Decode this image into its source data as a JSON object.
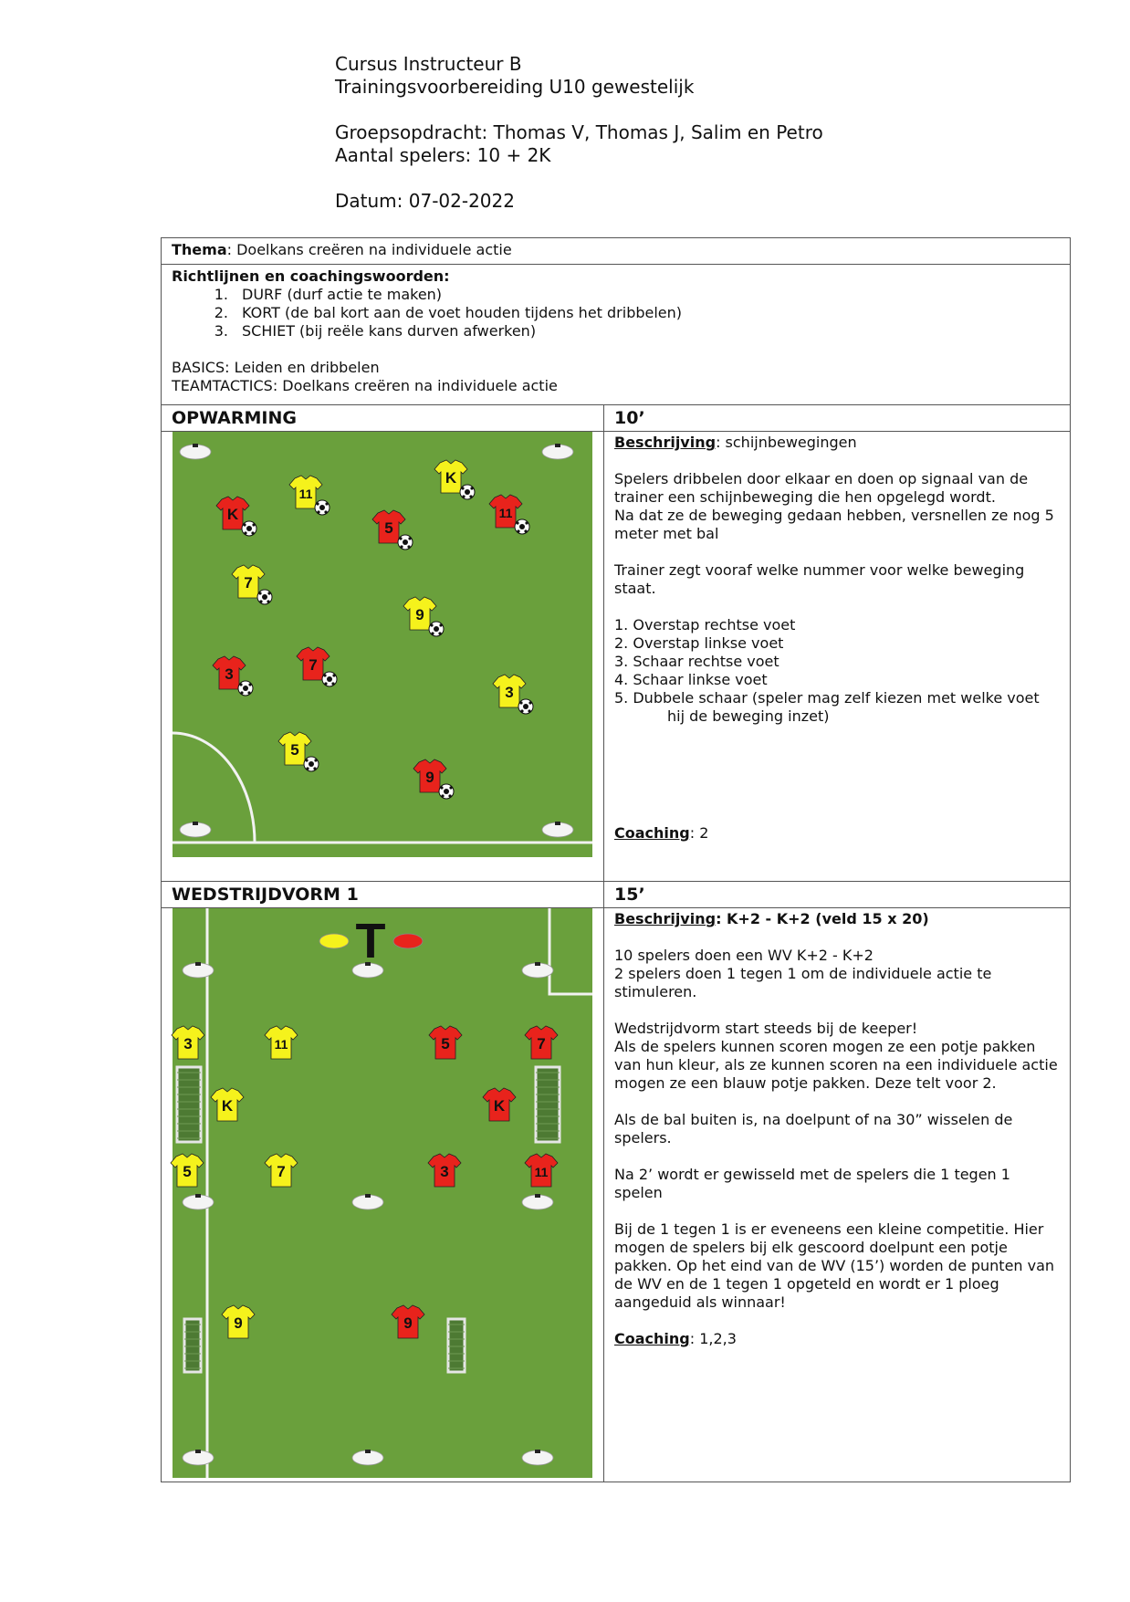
{
  "header": {
    "course": "Cursus Instructeur B",
    "subtitle": "Trainingsvoorbereiding U10 gewestelijk",
    "group": "Groepsopdracht: Thomas V, Thomas J, Salim en Petro",
    "players": "Aantal spelers: 10 + 2K",
    "date": "Datum: 07-02-2022"
  },
  "theme": {
    "label": "Thema",
    "value": ": Doelkans creëren na individuele actie"
  },
  "guidelines": {
    "title": "Richtlijnen en coachingswoorden:",
    "items": [
      {
        "num": "1.",
        "text": "DURF (durf actie te maken)"
      },
      {
        "num": "2.",
        "text": "KORT (de bal kort aan de voet houden tijdens het dribbelen)"
      },
      {
        "num": "3.",
        "text": "SCHIET (bij reële kans durven afwerken)"
      }
    ],
    "basics": "BASICS: Leiden en dribbelen",
    "teamtactics": "TEAMTACTICS: Doelkans creëren na individuele actie"
  },
  "warmup": {
    "title": "OPWARMING",
    "duration": "10’",
    "desc_label": "Beschrijving",
    "desc_value": ": schijnbewegingen",
    "p1": "Spelers dribbelen door elkaar en doen op signaal van de trainer een schijnbeweging die hen opgelegd wordt.",
    "p1b": "Na dat ze de beweging gedaan hebben, versnellen ze nog 5 meter met bal",
    "p2": "Trainer zegt vooraf welke nummer voor welke beweging staat.",
    "moves": [
      "1. Overstap rechtse voet",
      "2. Overstap linkse voet",
      "3. Schaar rechtse voet",
      "4. Schaar linkse voet",
      "5. Dubbele schaar (speler mag zelf kiezen met welke voet"
    ],
    "moves_cont": "hij de beweging inzet)",
    "coaching_label": "Coaching",
    "coaching_value": ": 2",
    "players": [
      {
        "team": "red",
        "label": "K"
      },
      {
        "team": "yellow",
        "label": "11"
      },
      {
        "team": "yellow",
        "label": "K"
      },
      {
        "team": "red",
        "label": "5"
      },
      {
        "team": "red",
        "label": "11"
      },
      {
        "team": "yellow",
        "label": "7"
      },
      {
        "team": "yellow",
        "label": "9"
      },
      {
        "team": "red",
        "label": "3"
      },
      {
        "team": "red",
        "label": "7"
      },
      {
        "team": "yellow",
        "label": "3"
      },
      {
        "team": "yellow",
        "label": "5"
      },
      {
        "team": "red",
        "label": "9"
      }
    ]
  },
  "match": {
    "title": "WEDSTRIJDVORM 1",
    "duration": "15’",
    "desc_label": "Beschrijving",
    "desc_value": ": K+2 - K+2 (veld 15 x 20)",
    "p1": "10 spelers doen een WV K+2 - K+2",
    "p1b": "2 spelers doen 1 tegen 1 om de individuele actie te stimuleren.",
    "p2": "Wedstrijdvorm start steeds bij de keeper!",
    "p2b": "Als de spelers kunnen scoren mogen ze een potje pakken van hun kleur, als ze kunnen scoren na een individuele actie mogen ze een blauw potje pakken. Deze telt voor 2.",
    "p3": "Als de bal buiten is, na doelpunt of na 30” wisselen de spelers.",
    "p4": "Na 2’ wordt er gewisseld met de spelers die 1 tegen 1 spelen",
    "p5": "Bij de 1 tegen 1 is er eveneens een kleine competitie. Hier mogen de spelers bij elk gescoord doelpunt een potje pakken. Op het eind van de WV (15’) worden de punten van de WV en de 1 tegen 1 opgeteld en wordt er 1 ploeg aangeduid als winnaar!",
    "coaching_label": "Coaching",
    "coaching_value": ": 1,2,3",
    "trainer_label": "T",
    "players": [
      {
        "team": "yellow",
        "label": "3"
      },
      {
        "team": "yellow",
        "label": "11"
      },
      {
        "team": "red",
        "label": "5"
      },
      {
        "team": "red",
        "label": "7"
      },
      {
        "team": "yellow",
        "label": "K"
      },
      {
        "team": "red",
        "label": "K"
      },
      {
        "team": "yellow",
        "label": "5"
      },
      {
        "team": "yellow",
        "label": "7"
      },
      {
        "team": "red",
        "label": "3"
      },
      {
        "team": "red",
        "label": "11"
      },
      {
        "team": "yellow",
        "label": "9"
      },
      {
        "team": "red",
        "label": "9"
      }
    ]
  },
  "colors": {
    "pitch": "#6aa03c",
    "red": "#e8231c",
    "yellow": "#f5f21c"
  }
}
